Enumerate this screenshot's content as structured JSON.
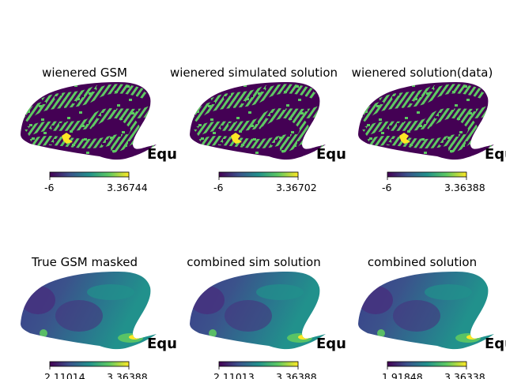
{
  "chart_data": [
    {
      "type": "heatmap",
      "title": "wienered GSM",
      "projection_label": "Equ",
      "colormap": "viridis",
      "colorbar": {
        "min": "-6",
        "max": "3.36744"
      },
      "style": "noisy"
    },
    {
      "type": "heatmap",
      "title": "wienered simulated solution",
      "projection_label": "Equ",
      "colormap": "viridis",
      "colorbar": {
        "min": "-6",
        "max": "3.36702"
      },
      "style": "noisy"
    },
    {
      "type": "heatmap",
      "title": "wienered solution(data)",
      "projection_label": "Equ",
      "colormap": "viridis",
      "colorbar": {
        "min": "-6",
        "max": "3.36388"
      },
      "style": "noisy"
    },
    {
      "type": "heatmap",
      "title": "True GSM masked",
      "projection_label": "Equ",
      "colormap": "viridis",
      "colorbar": {
        "min": "2.11014",
        "max": "3.36388"
      },
      "style": "smooth"
    },
    {
      "type": "heatmap",
      "title": "combined sim solution",
      "projection_label": "Equ",
      "colormap": "viridis",
      "colorbar": {
        "min": "2.11013",
        "max": "3.36388"
      },
      "style": "smooth"
    },
    {
      "type": "heatmap",
      "title": "combined solution",
      "projection_label": "Equ",
      "colormap": "viridis",
      "colorbar": {
        "min": "1.91848",
        "max": "3.36338"
      },
      "style": "smooth"
    }
  ],
  "colors": {
    "viridis_dark": "#440154",
    "viridis_blue": "#3b528b",
    "viridis_teal": "#21918c",
    "viridis_green": "#5ec962",
    "viridis_yellow": "#fde725"
  }
}
